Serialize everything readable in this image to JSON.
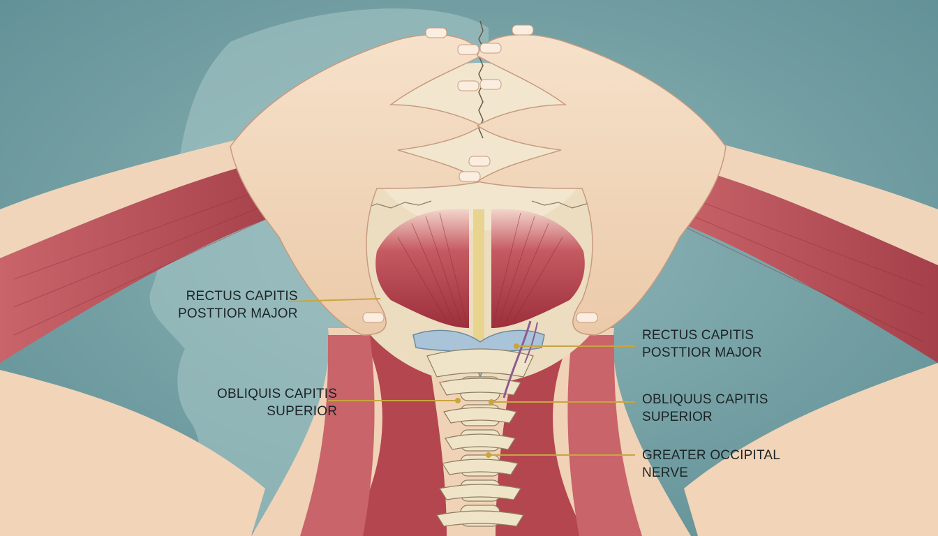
{
  "colors": {
    "background": "#6f9ea3",
    "skin": "#f1d7bc",
    "muscle": "#b8444f",
    "bone": "#efe4c8",
    "leader_line": "#c9a53f",
    "text": "#1c2326"
  },
  "labels": [
    {
      "id": "rcpm-left",
      "line1": "RECTUS CAPITIS",
      "line2": "POSTTIOR MAJOR"
    },
    {
      "id": "ocs-left",
      "line1": "OBLIQUIS CAPITIS",
      "line2": "SUPERIOR"
    },
    {
      "id": "rcpm-right",
      "line1": "RECTUS CAPITIS",
      "line2": "POSTTIOR MAJOR"
    },
    {
      "id": "ocs-right",
      "line1": "OBLIQUUS CAPITIS",
      "line2": "SUPERIOR"
    },
    {
      "id": "gon-right",
      "line1": "GREATER OCCIPITAL",
      "line2": "NERVE"
    }
  ]
}
